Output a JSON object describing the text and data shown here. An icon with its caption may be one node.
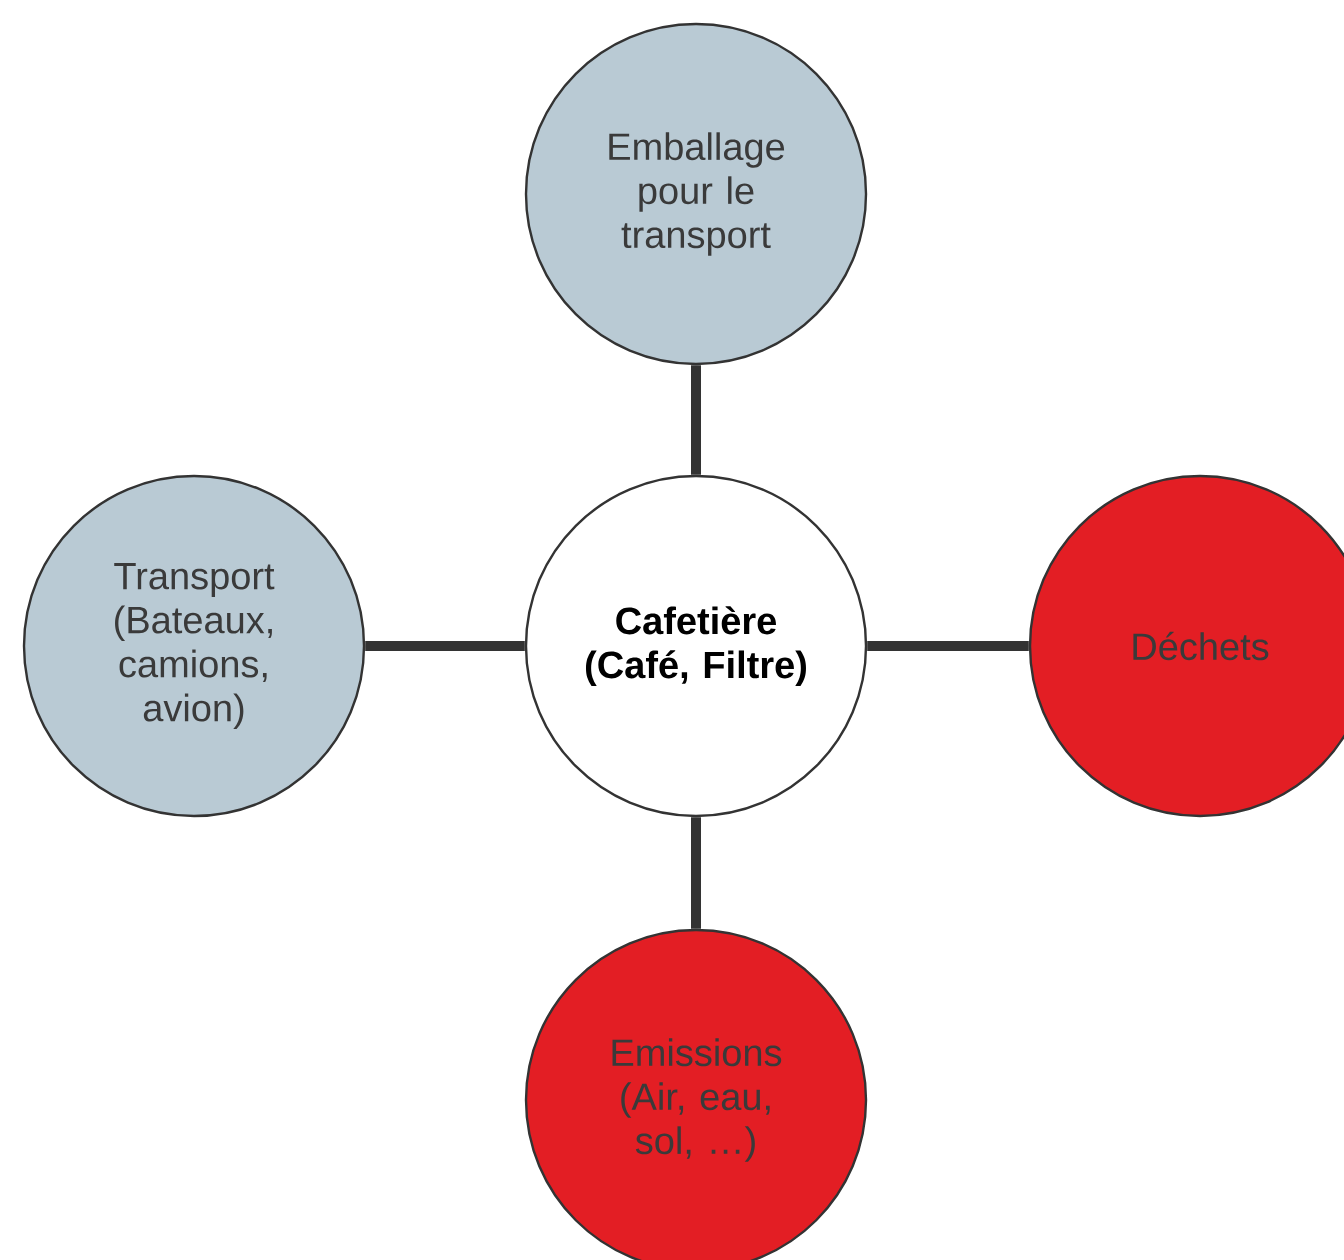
{
  "diagram": {
    "nodes": [
      {
        "text": [
          "Emballage pour le transport"
        ]
      },
      {
        "text": [
          "Transport (Bateaux, camions, avion)"
        ]
      },
      {
        "text": [
          "Cafetière (Café, Filtre)"
        ]
      },
      {
        "text": [
          "Déchets"
        ]
      },
      {
        "text": [
          "Emissions (Air, eau, sol, …)"
        ]
      }
    ],
    "edges": [
      {
        "from": 2,
        "to": 0,
        "arrow": "none"
      },
      {
        "from": 2,
        "to": 1,
        "arrow": "none"
      },
      {
        "from": 2,
        "to": 3,
        "arrow": "none"
      },
      {
        "from": 2,
        "to": 4,
        "arrow": "none"
      }
    ]
  }
}
